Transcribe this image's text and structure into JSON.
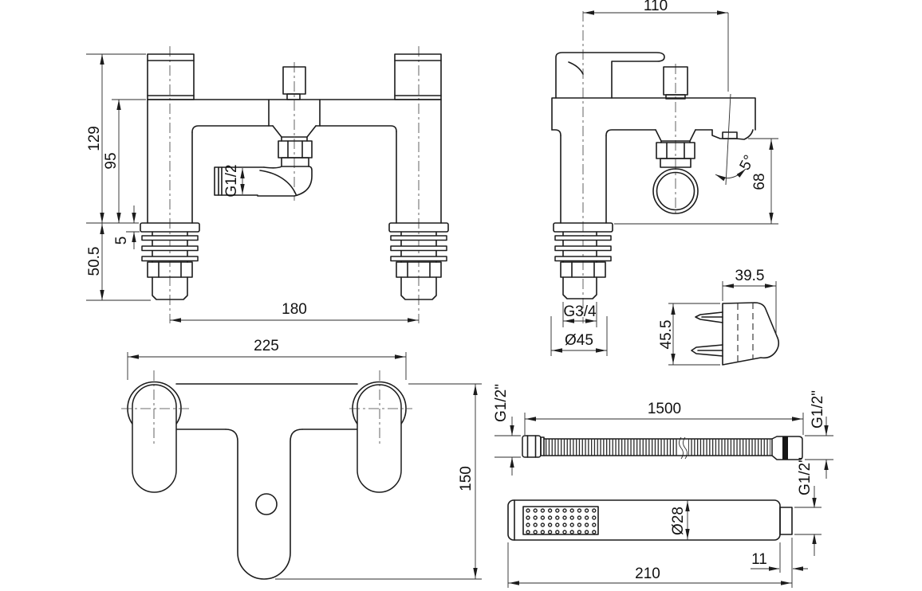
{
  "views": {
    "front": {
      "name": "front elevation of bath shower mixer",
      "dimensions": {
        "total_height": "129",
        "body_height": "95",
        "deck_plate": "5",
        "below_deck": "50.5",
        "outlet_thread": "G1/2",
        "leg_centres": "180"
      }
    },
    "side": {
      "name": "side elevation of bath shower mixer",
      "dimensions": {
        "spout_reach": "110",
        "spout_angle": "5°",
        "spout_height": "68",
        "tail_thread": "G3/4",
        "base_dia": "Ø45"
      }
    },
    "bracket": {
      "name": "wall bracket side view",
      "dimensions": {
        "width": "39.5",
        "height": "45.5"
      }
    },
    "plan": {
      "name": "plan view of mixer",
      "dimensions": {
        "width": "225",
        "depth": "150"
      }
    },
    "hose": {
      "name": "shower hose",
      "dimensions": {
        "thread_left": "G1/2\"",
        "length": "1500",
        "thread_right": "G1/2\""
      }
    },
    "handset": {
      "name": "shower handset",
      "dimensions": {
        "thread": "G1/2\"",
        "head_dia": "Ø28",
        "connector": "11",
        "length": "210"
      }
    }
  }
}
